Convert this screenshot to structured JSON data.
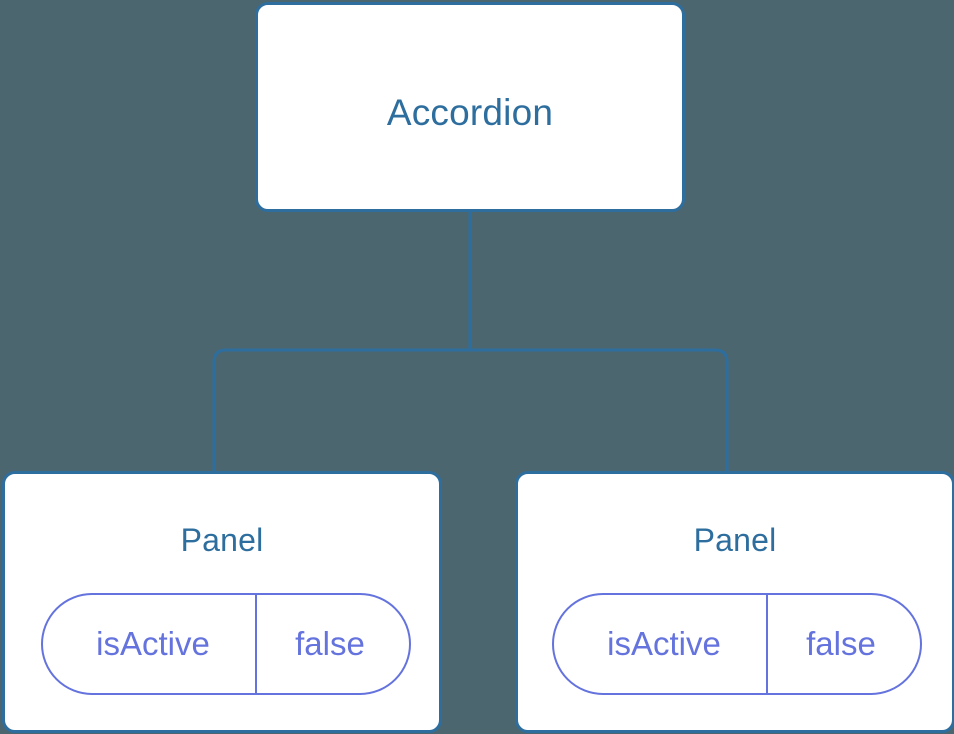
{
  "diagram": {
    "background_color": "#4c6670",
    "node_border_color": "#2d6e9e",
    "node_fill_color": "#ffffff",
    "node_title_color": "#2d6e9e",
    "state_pill_color": "#6473dd",
    "connector_color": "#2d6e9e",
    "root": {
      "title": "Accordion"
    },
    "children": [
      {
        "title": "Panel",
        "state": {
          "key": "isActive",
          "value": "false"
        }
      },
      {
        "title": "Panel",
        "state": {
          "key": "isActive",
          "value": "false"
        }
      }
    ]
  }
}
